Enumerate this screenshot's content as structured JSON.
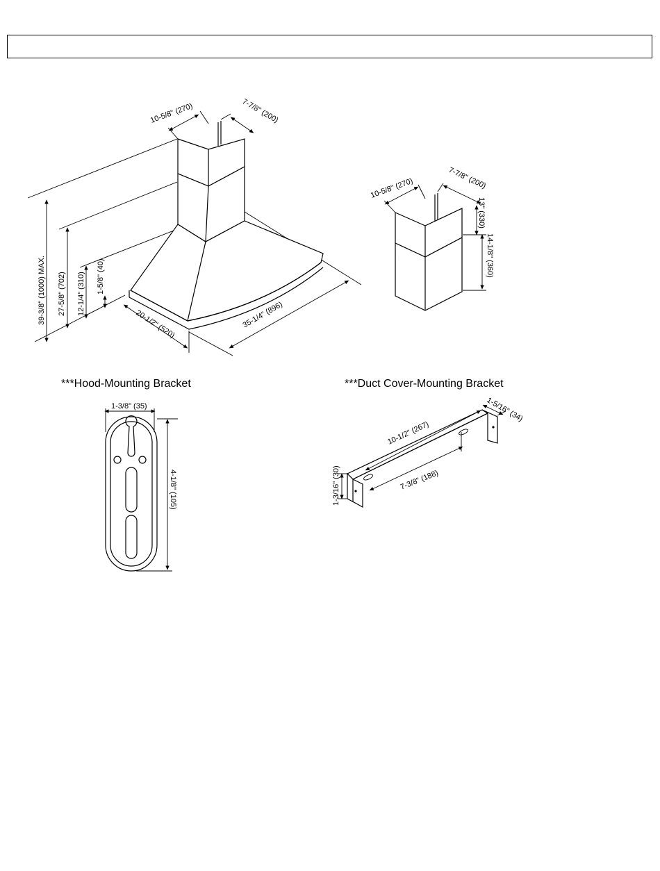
{
  "sections": {
    "hood_bracket_title": "***Hood-Mounting Bracket",
    "duct_bracket_title": "***Duct Cover-Mounting Bracket"
  },
  "hood": {
    "chimney_depth": "10-5/8\" (270)",
    "chimney_width": "7-7/8\" (200)",
    "max_height": "39-3/8\" (1000) MAX.",
    "height_702": "27-5/8\" (702)",
    "height_310": "12-1/4\" (310)",
    "height_40": "1-5/8\" (40)",
    "depth": "20-1/2\" (520)",
    "width": "35-1/4\" (896)"
  },
  "duct_cover": {
    "depth": "10-5/8\" (270)",
    "width": "7-7/8\" (200)",
    "upper_height": "13\" (330)",
    "lower_height": "14-1/8\" (360)"
  },
  "hood_bracket": {
    "width": "1-3/8\" (35)",
    "height": "4-1/8\" (105)"
  },
  "duct_bracket": {
    "side": "1-5/16\" (34)",
    "length": "10-1/2\" (267)",
    "hole_spacing": "7-3/8\" (188)",
    "height": "1-3/16\" (30)"
  }
}
